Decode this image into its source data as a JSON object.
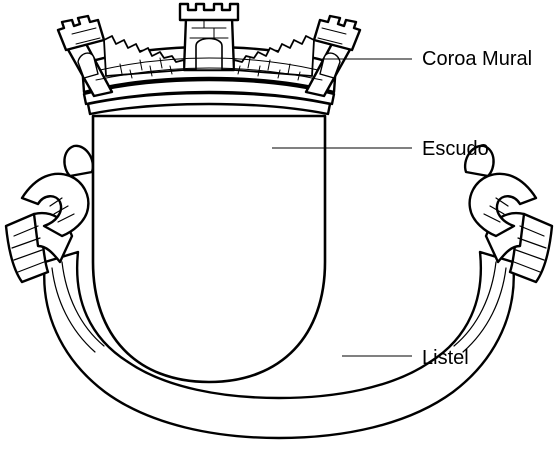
{
  "labels": {
    "crown": "Coroa Mural",
    "shield": "Escudo",
    "ribbon": "Listel"
  },
  "colors": {
    "ink": "#000000",
    "paper": "#ffffff"
  }
}
